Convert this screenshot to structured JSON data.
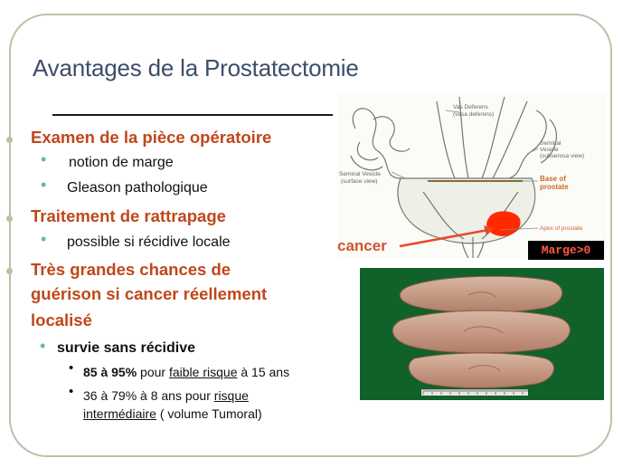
{
  "slide": {
    "title": "Avantages de la Prostatectomie",
    "bullets": {
      "b1": {
        "label": "Examen de la pièce opératoire",
        "sub1": "notion de marge",
        "sub2": "Gleason pathologique"
      },
      "b2": {
        "label": "Traitement de rattrapage",
        "sub1": "possible si récidive locale"
      },
      "b3": {
        "line1": "Très grandes chances  de",
        "line2": "guérison si cancer réellement",
        "line3": "localisé",
        "sub1": "survie sans récidive",
        "p1_bold": "85 à 95%",
        "p1_a": " pour ",
        "p1_u": "faible risque",
        "p1_b": " à 15 ans",
        "p2_a": "36 à 79% à 8 ans pour ",
        "p2_u1": "risque",
        "p2_u2": "intermédiaire",
        "p2_b": " ( volume Tumoral)"
      }
    }
  },
  "diagram": {
    "labels": {
      "vas": "Vas Deferens",
      "vas_sub": "(vasa deferens)",
      "seminal_r": "Seminal",
      "seminal_r2": "Vesicle",
      "seminal_r3": "(subserosa view)",
      "seminal_l": "Seminal Vesicle",
      "seminal_l2": "(surface view)",
      "base1": "Base of",
      "base2": "prostate",
      "apex": "Apex of prostate"
    },
    "cancer_label": "cancer",
    "marge_badge": "Marge>0",
    "colors": {
      "tumor": "#ff2a00",
      "arrow": "#e8482a",
      "label_orange": "#d0562d"
    }
  },
  "icons": {
    "bullet_dot": "olive-dot",
    "sub_bullet": "teal-dot",
    "ruler": "scale-ruler-icon"
  }
}
